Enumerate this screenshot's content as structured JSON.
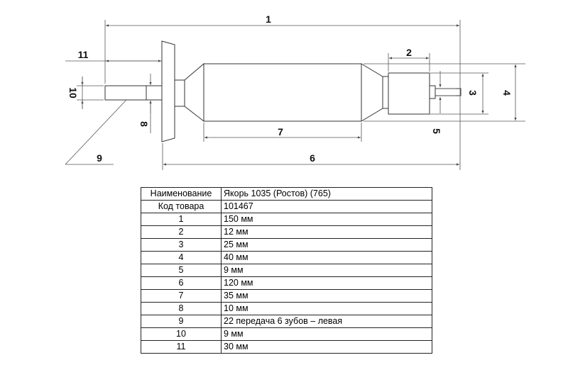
{
  "drawing": {
    "callouts": [
      "1",
      "2",
      "3",
      "4",
      "5",
      "6",
      "7",
      "8",
      "9",
      "10",
      "11"
    ]
  },
  "spec_table": {
    "rows": [
      {
        "key": "Наименование",
        "value": "Якорь 1035 (Ростов) (765)"
      },
      {
        "key": "Код товара",
        "value": "101467"
      },
      {
        "key": "1",
        "value": "150 мм"
      },
      {
        "key": "2",
        "value": "12 мм"
      },
      {
        "key": "3",
        "value": "25 мм"
      },
      {
        "key": "4",
        "value": "40 мм"
      },
      {
        "key": "5",
        "value": "9 мм"
      },
      {
        "key": "6",
        "value": "120 мм"
      },
      {
        "key": "7",
        "value": "35 мм"
      },
      {
        "key": "8",
        "value": "10 мм"
      },
      {
        "key": "9",
        "value": "22 передача 6 зубов – левая"
      },
      {
        "key": "10",
        "value": "9 мм"
      },
      {
        "key": "11",
        "value": "30 мм"
      }
    ]
  }
}
